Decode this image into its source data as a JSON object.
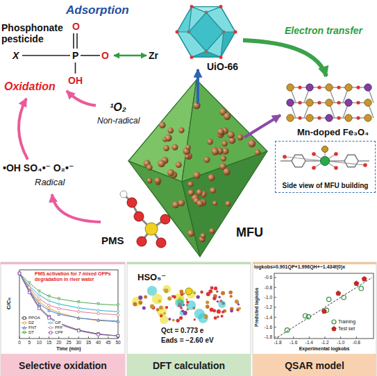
{
  "diagram": {
    "nodes": [
      {
        "text": [
          "Side view of MFU building"
        ]
      },
      {
        "text": [
          "Selective oxidation"
        ]
      },
      {
        "text": [
          "DFT calculation"
        ]
      },
      {
        "text": [
          "QSAR model"
        ]
      }
    ],
    "labels": [
      "Adsorption",
      "Phosphonate pesticide",
      "O",
      "X",
      "P",
      "O",
      "OH",
      "Zr",
      "UiO-66",
      "Electron transfer",
      "Oxidation",
      "¹O₂",
      "Non-radical",
      "•OH SO₄•⁻ O₂•⁻",
      "Radical",
      "PMS",
      "MFU",
      "Mn-doped Fe₃O₄",
      "PMS activation for 7 mixed OPPs degradation in river water",
      "C/C₀",
      "0",
      "5",
      "10",
      "15",
      "20",
      "25",
      "30",
      "35",
      "40",
      "45",
      "50",
      "Time (min)",
      "HSO₅⁻",
      "Qct = 0.773 e",
      "Eads = −2.60 eV",
      "logkobs=0.901QP+1.996QH+−1.434f(0)x",
      "Predicted logkobs",
      "-0.6",
      "-0.8",
      "-1.0",
      "-1.2",
      "-1.4",
      "-1.6",
      "-1.8",
      "-1.8",
      "-1.6",
      "-1.4",
      "-1.2",
      "-1.0",
      "-0.8",
      "Experimental logkobs"
    ],
    "legend": [
      {
        "text": "PPOA"
      },
      {
        "text": "DZ"
      },
      {
        "text": "GP"
      },
      {
        "text": "FNT"
      },
      {
        "text": "PFF"
      },
      {
        "text": "DT"
      },
      {
        "text": "CPF"
      },
      {
        "text": "Training"
      },
      {
        "text": "Test set"
      }
    ]
  }
}
